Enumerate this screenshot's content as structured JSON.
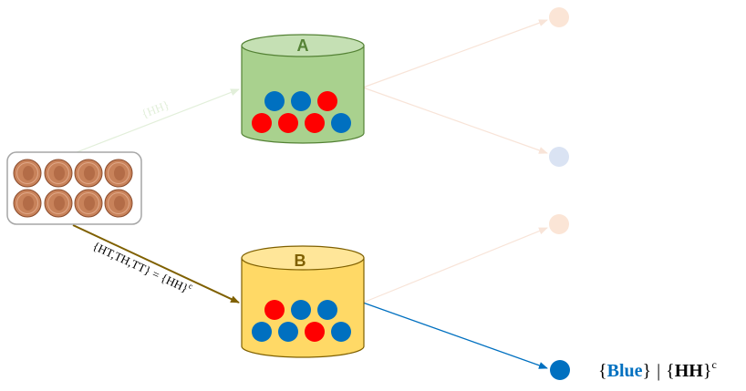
{
  "colors": {
    "blue": "#0070c0",
    "red": "#ff0000",
    "urn_a_body": "#a9d18e",
    "urn_a_top": "#c5e0b4",
    "urn_a_stroke": "#548235",
    "urn_b_body": "#ffd966",
    "urn_b_top": "#ffe699",
    "urn_b_stroke": "#7f6000",
    "arrow_b": "#7f6000",
    "faded_arrow": "#f8e4d8",
    "faded_green_arrow": "#e2efda",
    "faded_red_node": "#fbe5d6",
    "faded_blue_node": "#dae3f3",
    "coin": "#c8825a"
  },
  "urn_a": {
    "label": "A",
    "balls_top": [
      "blue",
      "blue",
      "red"
    ],
    "balls_bottom": [
      "red",
      "red",
      "red",
      "blue"
    ]
  },
  "urn_b": {
    "label": "B",
    "balls_top": [
      "red",
      "blue",
      "blue"
    ],
    "balls_bottom": [
      "blue",
      "blue",
      "red",
      "blue"
    ]
  },
  "coins": {
    "count": 8,
    "icon": "penny-icon"
  },
  "edges": {
    "to_a_label": "{HH}",
    "to_b_label": "{HT,TH,TT} = {HH}",
    "to_b_superscript": "c"
  },
  "result": {
    "open_brace_1": "{",
    "blue_word": "Blue",
    "close_brace_1": "}",
    "bar": "|",
    "open_brace_2": "{",
    "hh": "HH",
    "close_brace_2": "}",
    "superscript": "c"
  }
}
